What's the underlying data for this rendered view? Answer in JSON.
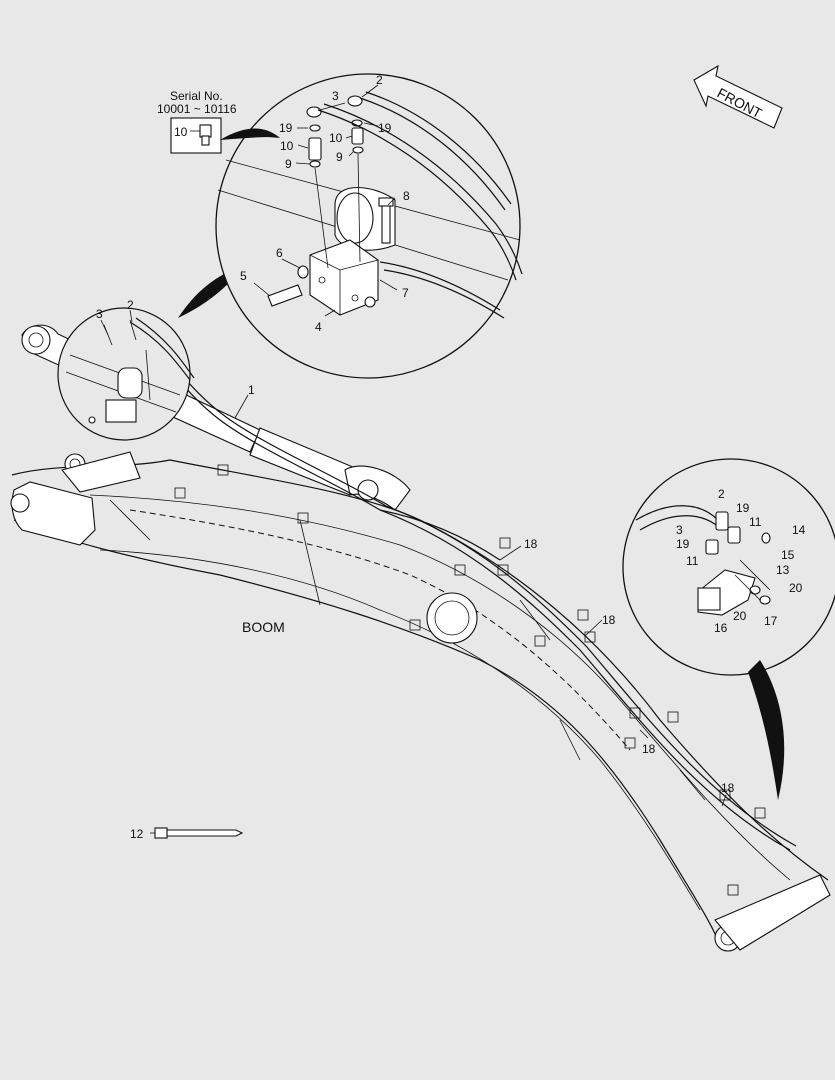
{
  "texts": {
    "serial_title": "Serial No.",
    "serial_range": "10001 ~ 10116",
    "front": "FRONT",
    "boom": "BOOM"
  },
  "callouts": {
    "c1": "1",
    "c2": "2",
    "c3": "3",
    "c4": "4",
    "c5": "5",
    "c6": "6",
    "c7": "7",
    "c8": "8",
    "c9": "9",
    "c10": "10",
    "c11": "11",
    "c12": "12",
    "c13": "13",
    "c14": "14",
    "c15": "15",
    "c16": "16",
    "c17": "17",
    "c18": "18",
    "c19": "19",
    "c20": "20"
  }
}
